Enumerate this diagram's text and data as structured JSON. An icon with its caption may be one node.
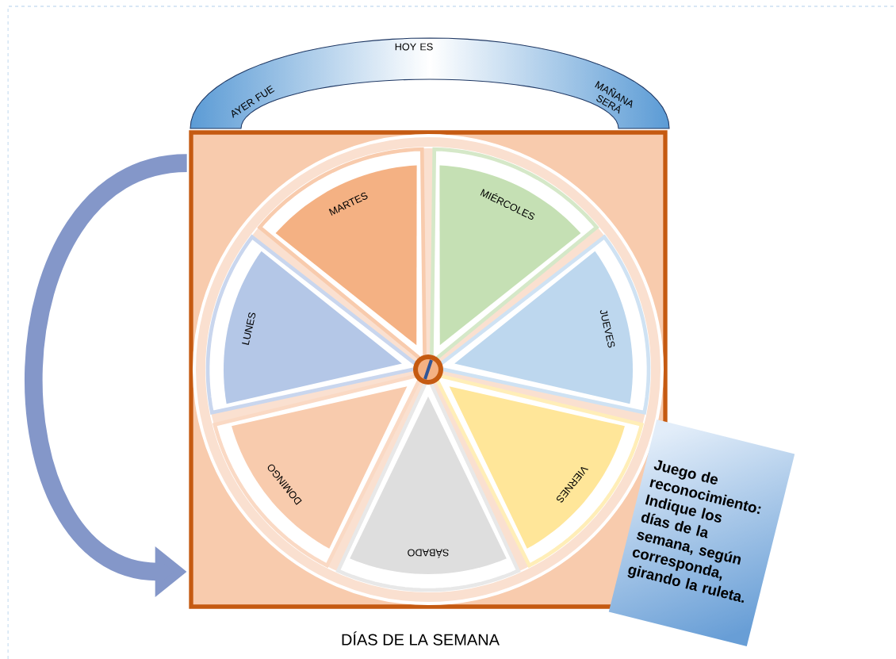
{
  "diagram": {
    "caption": "DÍAS DE LA SEMANA",
    "nodes": [
      {
        "text": [
          "AYER FUE",
          "HOY ES",
          "MAÑANA SERÁ"
        ]
      },
      {
        "text": [],
        "shape": "box"
      },
      {
        "text": [],
        "shape": "circle",
        "in": 1
      },
      {
        "text": [
          "MARTES"
        ],
        "in": 2
      },
      {
        "text": [
          "MIÉRCOLES"
        ],
        "in": 2
      },
      {
        "text": [
          "JUEVES"
        ],
        "in": 2
      },
      {
        "text": [
          "VIERNES"
        ],
        "in": 2
      },
      {
        "text": [
          "SÁBADO"
        ],
        "in": 2
      },
      {
        "text": [
          "DOMINGO"
        ],
        "in": 2
      },
      {
        "text": [
          "LUNES"
        ],
        "in": 2
      },
      {
        "text": [],
        "shape": "circle",
        "in": 2
      },
      {
        "text": [
          "Juego de reconocimiento: Indique los días de la semana, según corresponda, girando la ruleta."
        ]
      }
    ]
  }
}
